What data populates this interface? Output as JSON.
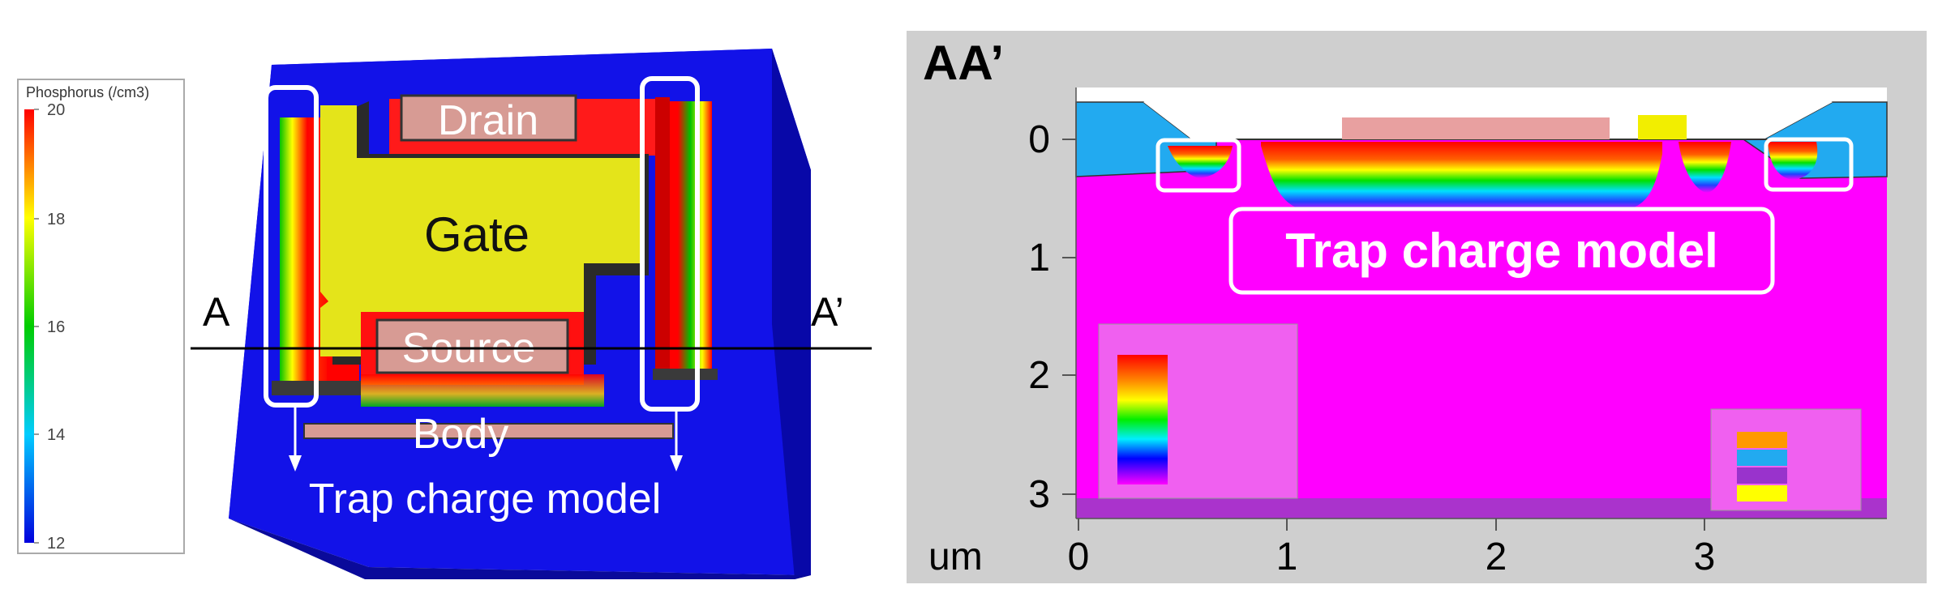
{
  "colorbar": {
    "title": "Phosphorus (/cm3)",
    "ticks": [
      "20",
      "18",
      "16",
      "14",
      "12"
    ]
  },
  "device3d": {
    "drain": "Drain",
    "gate": "Gate",
    "source": "Source",
    "body": "Body",
    "trap_label": "Trap charge model",
    "cut_start": "A",
    "cut_end": "A’"
  },
  "section": {
    "title": "AA’",
    "y_ticks": [
      "0",
      "1",
      "2",
      "3"
    ],
    "x_ticks": [
      "0",
      "1",
      "2",
      "3"
    ],
    "unit": "um",
    "trap_label": "Trap charge model"
  },
  "colors": {
    "substrate_blue": "#1010e6",
    "gate_yellow": "#e4e41a",
    "contact_pink": "#d99a93",
    "silicon_magenta": "#ff00ff",
    "oxide_cyan": "#22aaf0",
    "panel_gray": "#cfcfcf"
  }
}
